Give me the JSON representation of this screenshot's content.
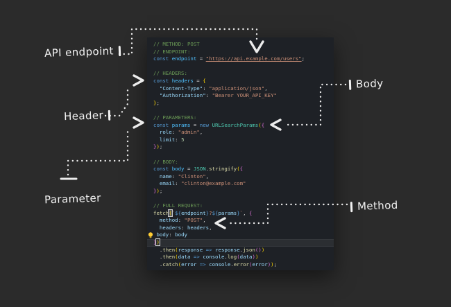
{
  "page": {
    "background": "#2b2b2b"
  },
  "labels": {
    "api_endpoint": "API endpoint",
    "header": "Header",
    "parameter": "Parameter",
    "body": "Body",
    "method": "Method"
  },
  "colors": {
    "editor_bg": "#1e2126",
    "comment": "#6a9955",
    "keyword": "#569cd6",
    "variable": "#4fc1ff",
    "property": "#9cdcfe",
    "string": "#ce9178",
    "number": "#b5cea8",
    "class": "#4ec9b0",
    "function": "#dcdcaa",
    "bracket1": "#ffd700",
    "bracket2": "#da70d6",
    "annotation": "#ececec"
  },
  "icons": {
    "lightbulb": "lightbulb-icon"
  },
  "editor": {
    "lines": [
      {
        "tokens": [
          {
            "t": "// METHOD: POST",
            "c": "cm"
          }
        ]
      },
      {
        "tokens": [
          {
            "t": "// ENDPOINT:",
            "c": "cm"
          }
        ]
      },
      {
        "tokens": [
          {
            "t": "const ",
            "c": "kw"
          },
          {
            "t": "endpoint",
            "c": "var"
          },
          {
            "t": " = ",
            "c": "pun"
          },
          {
            "t": "\"https://api.example.com/users\"",
            "c": "str u"
          },
          {
            "t": ";",
            "c": "pun"
          }
        ]
      },
      {
        "tokens": []
      },
      {
        "tokens": [
          {
            "t": "// HEADERS:",
            "c": "cm"
          }
        ]
      },
      {
        "tokens": [
          {
            "t": "const ",
            "c": "kw"
          },
          {
            "t": "headers",
            "c": "var"
          },
          {
            "t": " = ",
            "c": "pun"
          },
          {
            "t": "{",
            "c": "b1"
          }
        ]
      },
      {
        "tokens": [
          {
            "t": "  ",
            "c": "pun"
          },
          {
            "t": "\"Content-Type\"",
            "c": "prop"
          },
          {
            "t": ": ",
            "c": "pun"
          },
          {
            "t": "\"application/json\"",
            "c": "str"
          },
          {
            "t": ",",
            "c": "pun"
          }
        ]
      },
      {
        "tokens": [
          {
            "t": "  ",
            "c": "pun"
          },
          {
            "t": "\"Authorization\"",
            "c": "prop"
          },
          {
            "t": ": ",
            "c": "pun"
          },
          {
            "t": "\"Bearer YOUR_API_KEY\"",
            "c": "str"
          }
        ]
      },
      {
        "tokens": [
          {
            "t": "}",
            "c": "b1"
          },
          {
            "t": ";",
            "c": "pun"
          }
        ]
      },
      {
        "tokens": []
      },
      {
        "tokens": [
          {
            "t": "// PARAMETERS:",
            "c": "cm"
          }
        ]
      },
      {
        "tokens": [
          {
            "t": "const ",
            "c": "kw"
          },
          {
            "t": "params",
            "c": "var"
          },
          {
            "t": " = ",
            "c": "pun"
          },
          {
            "t": "new ",
            "c": "kw"
          },
          {
            "t": "URLSearchParams",
            "c": "cls"
          },
          {
            "t": "(",
            "c": "b1"
          },
          {
            "t": "{",
            "c": "b2"
          }
        ]
      },
      {
        "tokens": [
          {
            "t": "  ",
            "c": "pun"
          },
          {
            "t": "role",
            "c": "prop"
          },
          {
            "t": ": ",
            "c": "pun"
          },
          {
            "t": "\"admin\"",
            "c": "str"
          },
          {
            "t": ",",
            "c": "pun"
          }
        ]
      },
      {
        "tokens": [
          {
            "t": "  ",
            "c": "pun"
          },
          {
            "t": "limit",
            "c": "prop"
          },
          {
            "t": ": ",
            "c": "pun"
          },
          {
            "t": "5",
            "c": "num"
          }
        ]
      },
      {
        "tokens": [
          {
            "t": "}",
            "c": "b2"
          },
          {
            "t": ")",
            "c": "b1"
          },
          {
            "t": ";",
            "c": "pun"
          }
        ]
      },
      {
        "tokens": []
      },
      {
        "tokens": [
          {
            "t": "// BODY:",
            "c": "cm"
          }
        ]
      },
      {
        "tokens": [
          {
            "t": "const ",
            "c": "kw"
          },
          {
            "t": "body",
            "c": "var"
          },
          {
            "t": " = ",
            "c": "pun"
          },
          {
            "t": "JSON",
            "c": "cls"
          },
          {
            "t": ".",
            "c": "pun"
          },
          {
            "t": "stringify",
            "c": "fn"
          },
          {
            "t": "(",
            "c": "b1"
          },
          {
            "t": "{",
            "c": "b2"
          }
        ]
      },
      {
        "tokens": [
          {
            "t": "  ",
            "c": "pun"
          },
          {
            "t": "name",
            "c": "prop"
          },
          {
            "t": ": ",
            "c": "pun"
          },
          {
            "t": "\"Clinton\"",
            "c": "str"
          },
          {
            "t": ",",
            "c": "pun"
          }
        ]
      },
      {
        "tokens": [
          {
            "t": "  ",
            "c": "pun"
          },
          {
            "t": "email",
            "c": "prop"
          },
          {
            "t": ": ",
            "c": "pun"
          },
          {
            "t": "\"clinton@example.com\"",
            "c": "str"
          }
        ]
      },
      {
        "tokens": [
          {
            "t": "}",
            "c": "b2"
          },
          {
            "t": ")",
            "c": "b1"
          },
          {
            "t": ";",
            "c": "pun"
          }
        ]
      },
      {
        "tokens": []
      },
      {
        "tokens": [
          {
            "t": "// FULL REQUEST:",
            "c": "cm"
          }
        ]
      },
      {
        "tokens": [
          {
            "t": "fetch",
            "c": "fn"
          },
          {
            "t": "(",
            "c": "b1 mbox"
          },
          {
            "t": "`",
            "c": "str"
          },
          {
            "t": "${",
            "c": "kw"
          },
          {
            "t": "endpoint",
            "c": "prop"
          },
          {
            "t": "}",
            "c": "kw"
          },
          {
            "t": "?",
            "c": "str"
          },
          {
            "t": "${",
            "c": "kw"
          },
          {
            "t": "params",
            "c": "prop"
          },
          {
            "t": "}",
            "c": "kw"
          },
          {
            "t": "`",
            "c": "str"
          },
          {
            "t": ", ",
            "c": "pun"
          },
          {
            "t": "{",
            "c": "b2"
          }
        ]
      },
      {
        "tokens": [
          {
            "t": "  ",
            "c": "pun"
          },
          {
            "t": "method",
            "c": "prop"
          },
          {
            "t": ": ",
            "c": "pun"
          },
          {
            "t": "\"POST\"",
            "c": "str"
          },
          {
            "t": ",",
            "c": "pun"
          }
        ]
      },
      {
        "tokens": [
          {
            "t": "  ",
            "c": "pun"
          },
          {
            "t": "headers",
            "c": "prop"
          },
          {
            "t": ": ",
            "c": "pun"
          },
          {
            "t": "headers",
            "c": "prop"
          },
          {
            "t": ",",
            "c": "pun"
          }
        ]
      },
      {
        "bulb": true,
        "tokens": [
          {
            "t": " ",
            "c": "pun"
          },
          {
            "t": "body",
            "c": "prop"
          },
          {
            "t": ": ",
            "c": "pun"
          },
          {
            "t": "body",
            "c": "prop"
          }
        ]
      },
      {
        "current": true,
        "tokens": [
          {
            "t": "}",
            "c": "b2"
          },
          {
            "t": ")",
            "c": "b1 cur"
          }
        ]
      },
      {
        "tokens": [
          {
            "t": "  .",
            "c": "pun"
          },
          {
            "t": "then",
            "c": "fn"
          },
          {
            "t": "(",
            "c": "b1"
          },
          {
            "t": "response",
            "c": "prop"
          },
          {
            "t": " => ",
            "c": "kw"
          },
          {
            "t": "response",
            "c": "prop"
          },
          {
            "t": ".",
            "c": "pun"
          },
          {
            "t": "json",
            "c": "fn"
          },
          {
            "t": "(",
            "c": "b2"
          },
          {
            "t": ")",
            "c": "b2"
          },
          {
            "t": ")",
            "c": "b1"
          }
        ]
      },
      {
        "tokens": [
          {
            "t": "  .",
            "c": "pun"
          },
          {
            "t": "then",
            "c": "fn"
          },
          {
            "t": "(",
            "c": "b1"
          },
          {
            "t": "data",
            "c": "prop"
          },
          {
            "t": " => ",
            "c": "kw"
          },
          {
            "t": "console",
            "c": "prop"
          },
          {
            "t": ".",
            "c": "pun"
          },
          {
            "t": "log",
            "c": "fn"
          },
          {
            "t": "(",
            "c": "b2"
          },
          {
            "t": "data",
            "c": "prop"
          },
          {
            "t": ")",
            "c": "b2"
          },
          {
            "t": ")",
            "c": "b1"
          }
        ]
      },
      {
        "tokens": [
          {
            "t": "  .",
            "c": "pun"
          },
          {
            "t": "catch",
            "c": "fn"
          },
          {
            "t": "(",
            "c": "b1"
          },
          {
            "t": "error",
            "c": "prop"
          },
          {
            "t": " => ",
            "c": "kw"
          },
          {
            "t": "console",
            "c": "prop"
          },
          {
            "t": ".",
            "c": "pun"
          },
          {
            "t": "error",
            "c": "fn"
          },
          {
            "t": "(",
            "c": "b2"
          },
          {
            "t": "error",
            "c": "prop"
          },
          {
            "t": ")",
            "c": "b2"
          },
          {
            "t": ")",
            "c": "b1"
          },
          {
            "t": ";",
            "c": "pun"
          }
        ]
      }
    ]
  }
}
